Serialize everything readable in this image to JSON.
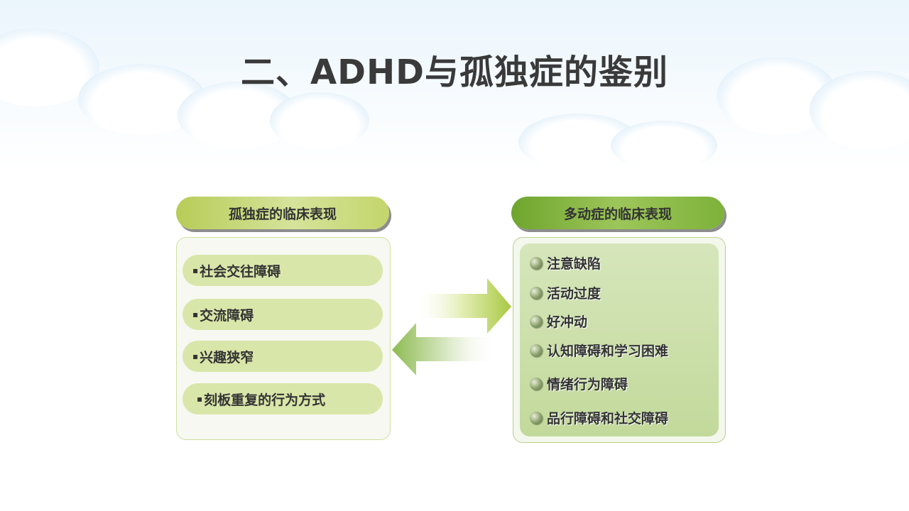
{
  "slide": {
    "title": "二、ADHD与孤独症的鉴别"
  },
  "autism": {
    "header": "孤独症的临床表现",
    "bullet_glyph": "▪",
    "items": [
      "社会交往障碍",
      "交流障碍",
      "兴趣狭窄",
      "刻板重复的行为方式"
    ]
  },
  "adhd": {
    "header": "多动症的临床表现",
    "items": [
      "注意缺陷",
      "活动过度",
      "好冲动",
      "认知障碍和学习困难",
      "情绪行为障碍",
      "品行障碍和社交障碍"
    ]
  },
  "colors": {
    "title_text": "#3a3a3a",
    "left_header": "#b7cc57",
    "right_header": "#6ea52d",
    "left_item_bg": "#d9e6a9",
    "right_panel_bg": "#c2d99b",
    "arrow_green": "#a9c944"
  },
  "icons": {
    "bullet_ball": "sphere-bullet-icon",
    "arrow_right": "arrow-right-icon",
    "arrow_left": "arrow-left-icon"
  }
}
